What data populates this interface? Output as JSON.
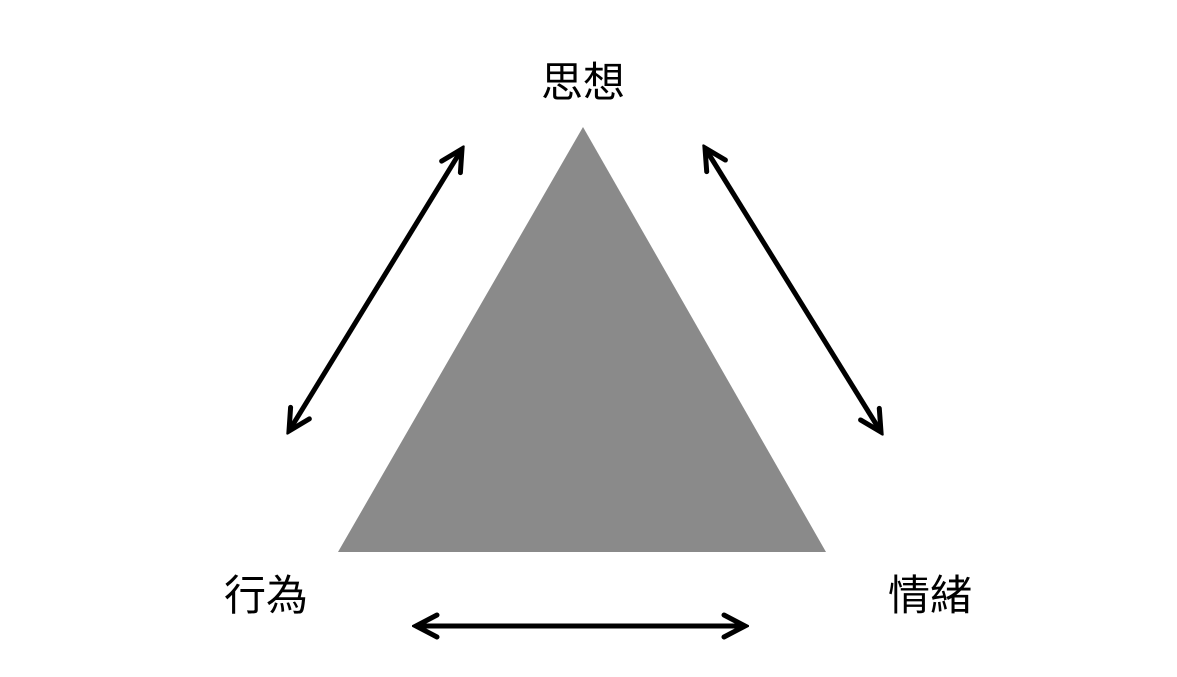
{
  "diagram": {
    "type": "triangle-relationship",
    "nodes": {
      "top": {
        "label": "思想"
      },
      "bottom_left": {
        "label": "行為"
      },
      "bottom_right": {
        "label": "情緒"
      }
    },
    "edges": [
      {
        "from": "top",
        "to": "bottom_left",
        "bidirectional": true
      },
      {
        "from": "top",
        "to": "bottom_right",
        "bidirectional": true
      },
      {
        "from": "bottom_left",
        "to": "bottom_right",
        "bidirectional": true
      }
    ],
    "colors": {
      "triangle_fill": "#8a8a8a",
      "arrow": "#000000",
      "text": "#000000",
      "background": "#ffffff"
    }
  }
}
